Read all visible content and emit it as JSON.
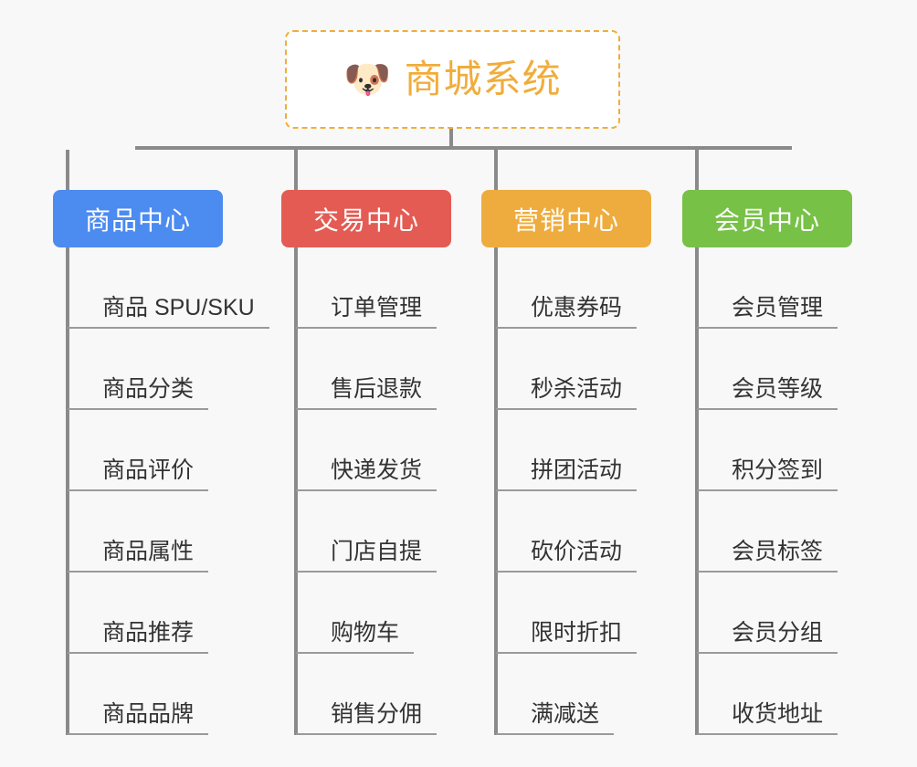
{
  "canvas": {
    "background": "#f8f8f8",
    "connector_color": "#8a8a8a",
    "leaf_rule_color": "#9a9a9a"
  },
  "root": {
    "icon": "dog-face-emoji",
    "emoji": "🐶",
    "title": "商城系统",
    "text_color": "#f0ad3c",
    "border_color": "#f0ad3c",
    "border_style": "dashed",
    "fill": "#ffffff"
  },
  "branches": [
    {
      "id": "product-center",
      "label": "商品中心",
      "color": "#4c8bf0",
      "items": [
        "商品 SPU/SKU",
        "商品分类",
        "商品评价",
        "商品属性",
        "商品推荐",
        "商品品牌"
      ]
    },
    {
      "id": "trade-center",
      "label": "交易中心",
      "color": "#e45b53",
      "items": [
        "订单管理",
        "售后退款",
        "快递发货",
        "门店自提",
        "购物车",
        "销售分佣"
      ]
    },
    {
      "id": "marketing-center",
      "label": "营销中心",
      "color": "#eeac3e",
      "items": [
        "优惠券码",
        "秒杀活动",
        "拼团活动",
        "砍价活动",
        "限时折扣",
        "满减送"
      ]
    },
    {
      "id": "member-center",
      "label": "会员中心",
      "color": "#77c147",
      "items": [
        "会员管理",
        "会员等级",
        "积分签到",
        "会员标签",
        "会员分组",
        "收货地址"
      ]
    }
  ]
}
